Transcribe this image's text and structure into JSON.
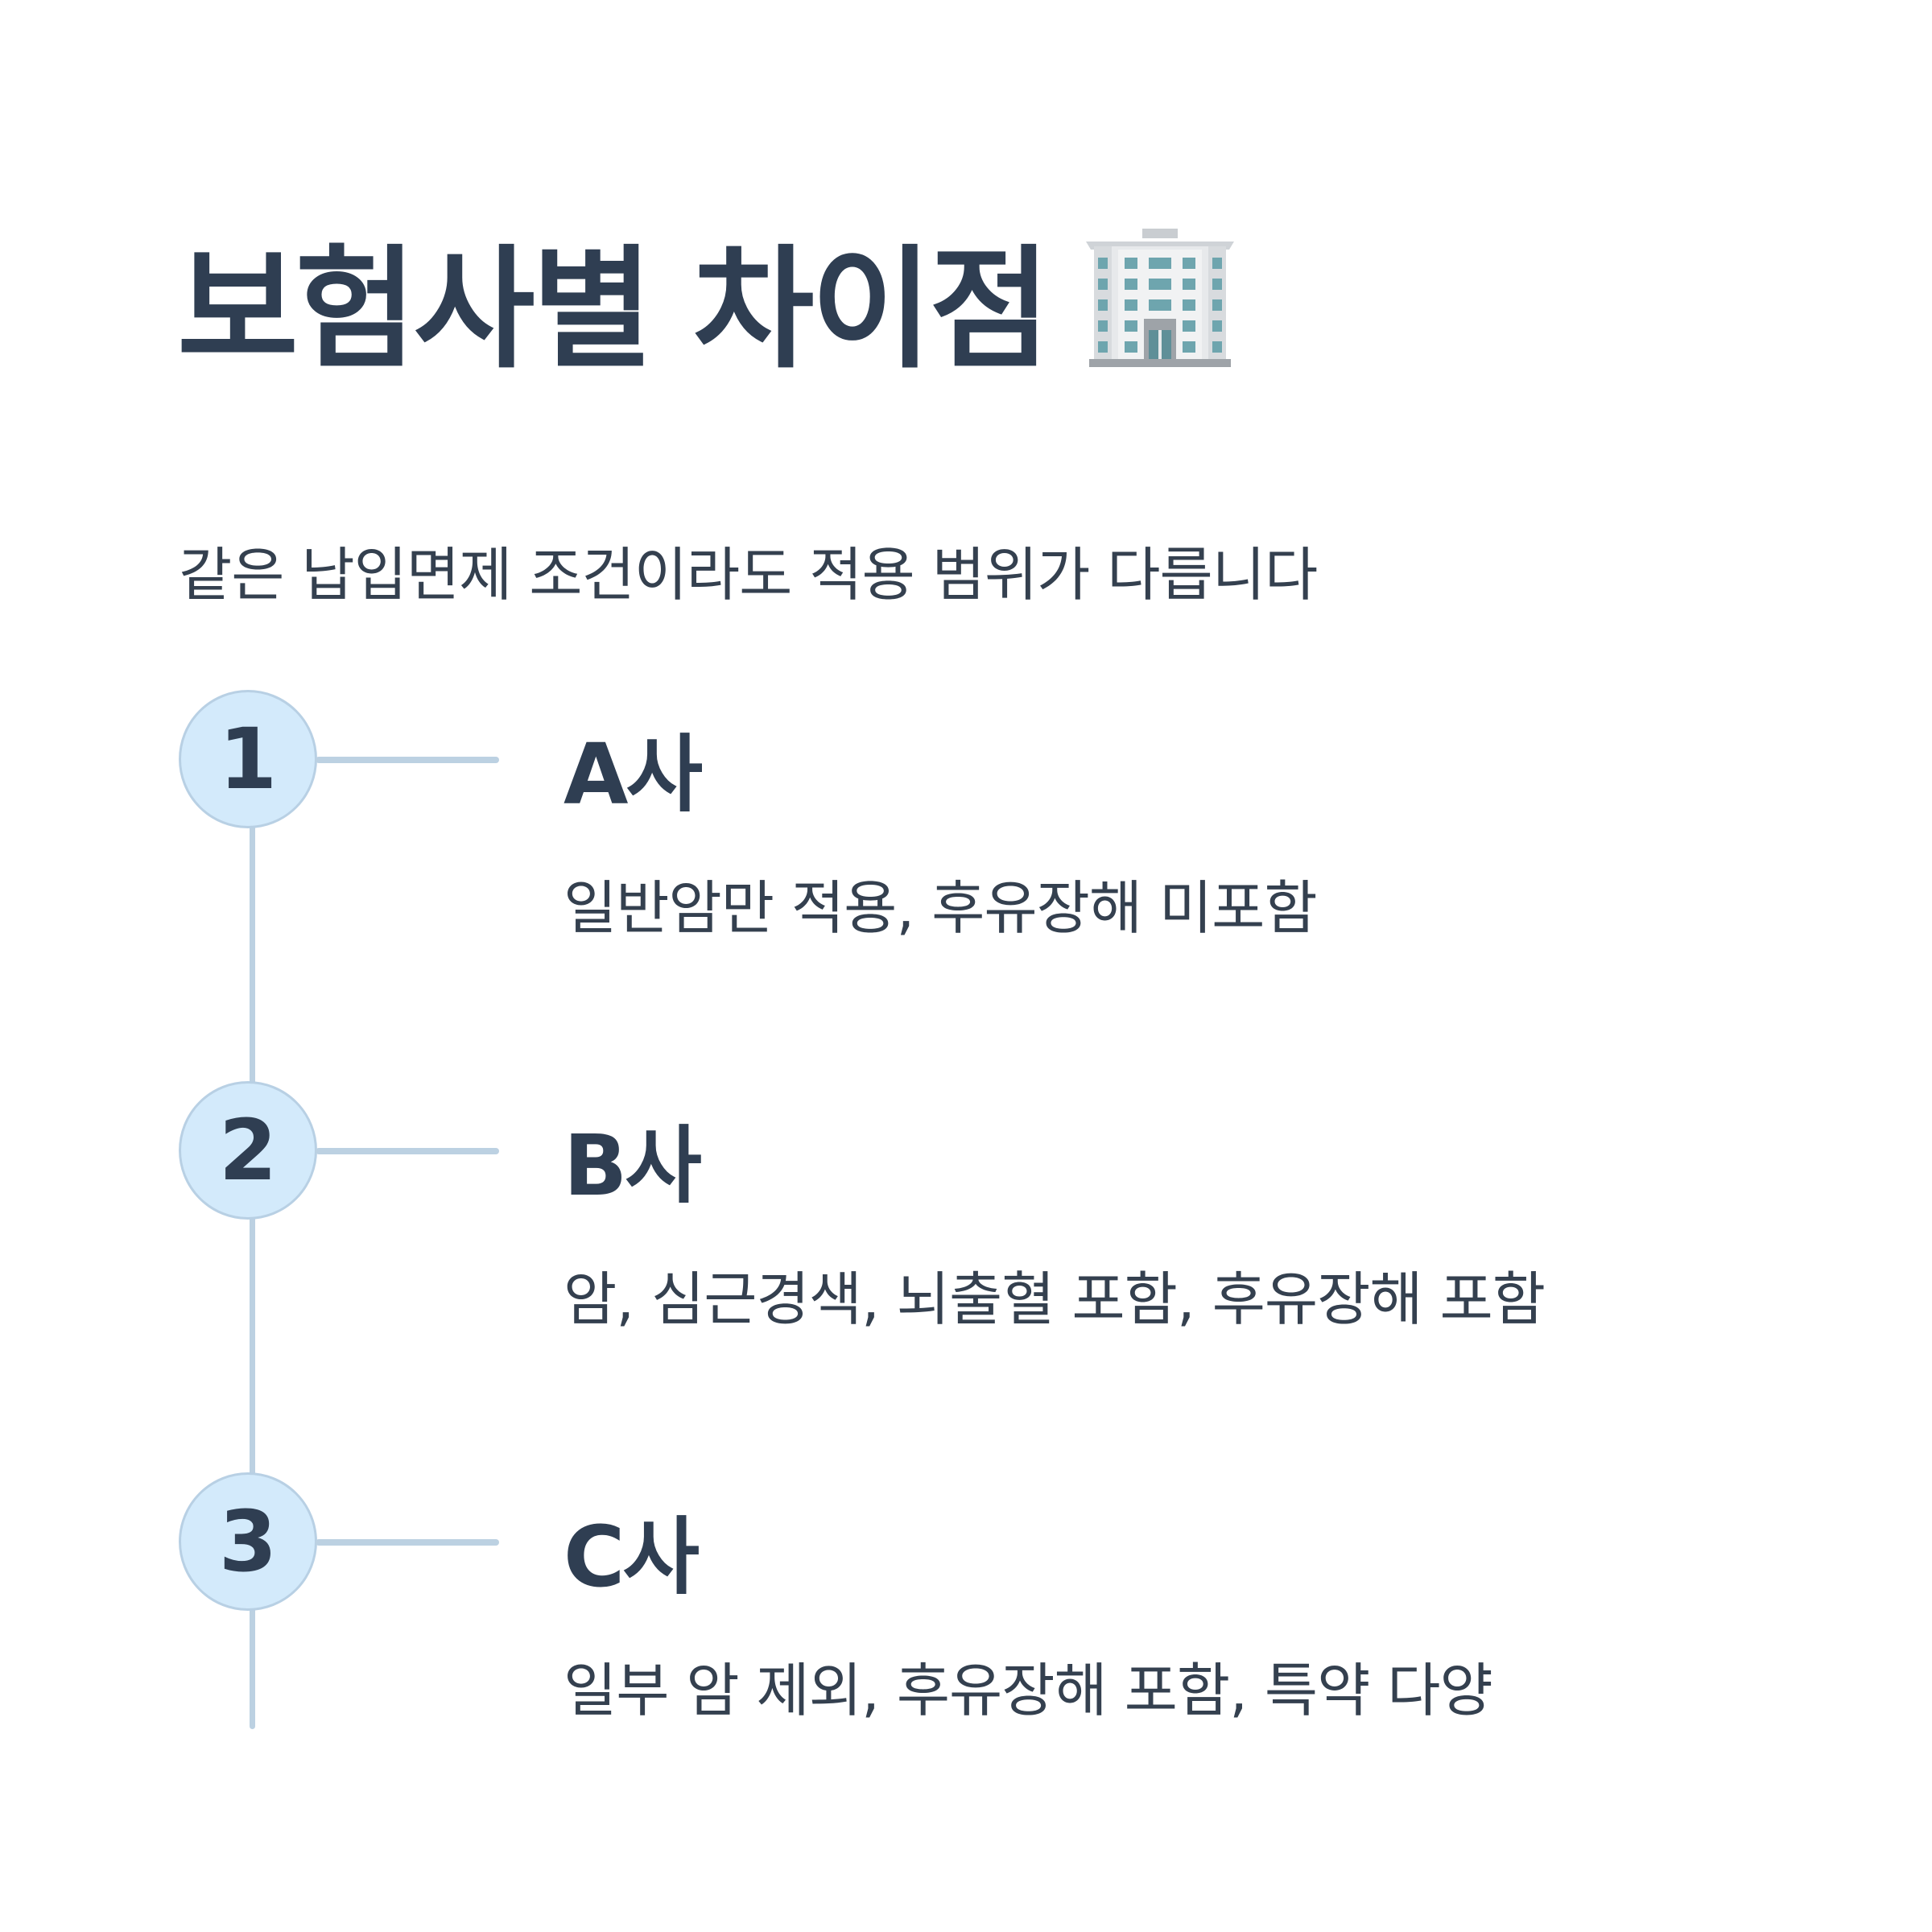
{
  "header": {
    "title": "보험사별 차이점",
    "title_icon": "office-building-icon",
    "subtitle": "같은 납입면제 조건이라도 적용 범위가 다릅니다"
  },
  "steps": [
    {
      "number": "1",
      "heading": "A사",
      "description": "일반암만 적용, 후유장해 미포함"
    },
    {
      "number": "2",
      "heading": "B사",
      "description": "암, 심근경색, 뇌출혈 포함, 후유장해 포함"
    },
    {
      "number": "3",
      "heading": "C사",
      "description": "일부 암 제외, 후유장해 포함, 특약 다양"
    }
  ],
  "colors": {
    "text_dark": "#2f3e52",
    "circle_fill": "#d3eafb",
    "line": "#bcd1e2",
    "background": "#ffffff"
  }
}
